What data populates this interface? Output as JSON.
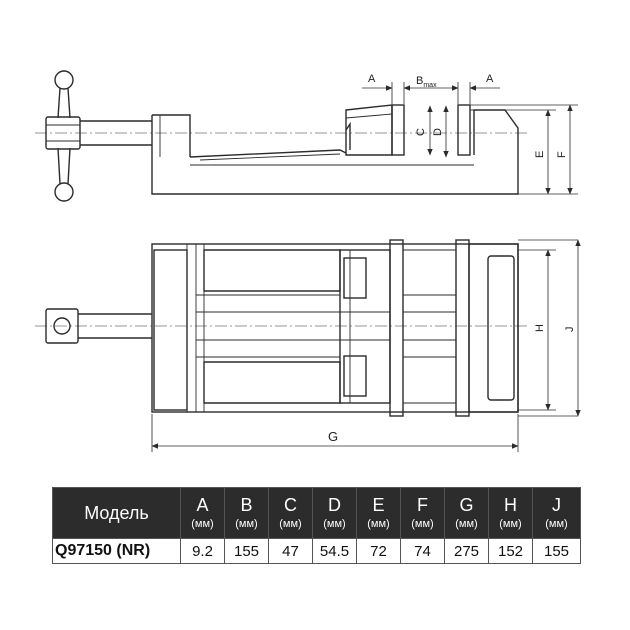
{
  "diagram_labels": {
    "a_left": "A",
    "b": "B",
    "b_sub": "max",
    "a_right": "A",
    "c": "C",
    "d": "D",
    "e": "E",
    "f": "F",
    "h": "H",
    "j": "J",
    "g": "G"
  },
  "table": {
    "model_header": "Модель",
    "columns": [
      {
        "letter": "A",
        "unit": "(мм)"
      },
      {
        "letter": "B",
        "unit": "(мм)"
      },
      {
        "letter": "C",
        "unit": "(мм)"
      },
      {
        "letter": "D",
        "unit": "(мм)"
      },
      {
        "letter": "E",
        "unit": "(мм)"
      },
      {
        "letter": "F",
        "unit": "(мм)"
      },
      {
        "letter": "G",
        "unit": "(мм)"
      },
      {
        "letter": "H",
        "unit": "(мм)"
      },
      {
        "letter": "J",
        "unit": "(мм)"
      }
    ],
    "row": {
      "model": "Q97150 (NR)",
      "values": [
        "9.2",
        "155",
        "47",
        "54.5",
        "72",
        "74",
        "275",
        "152",
        "155"
      ]
    }
  }
}
